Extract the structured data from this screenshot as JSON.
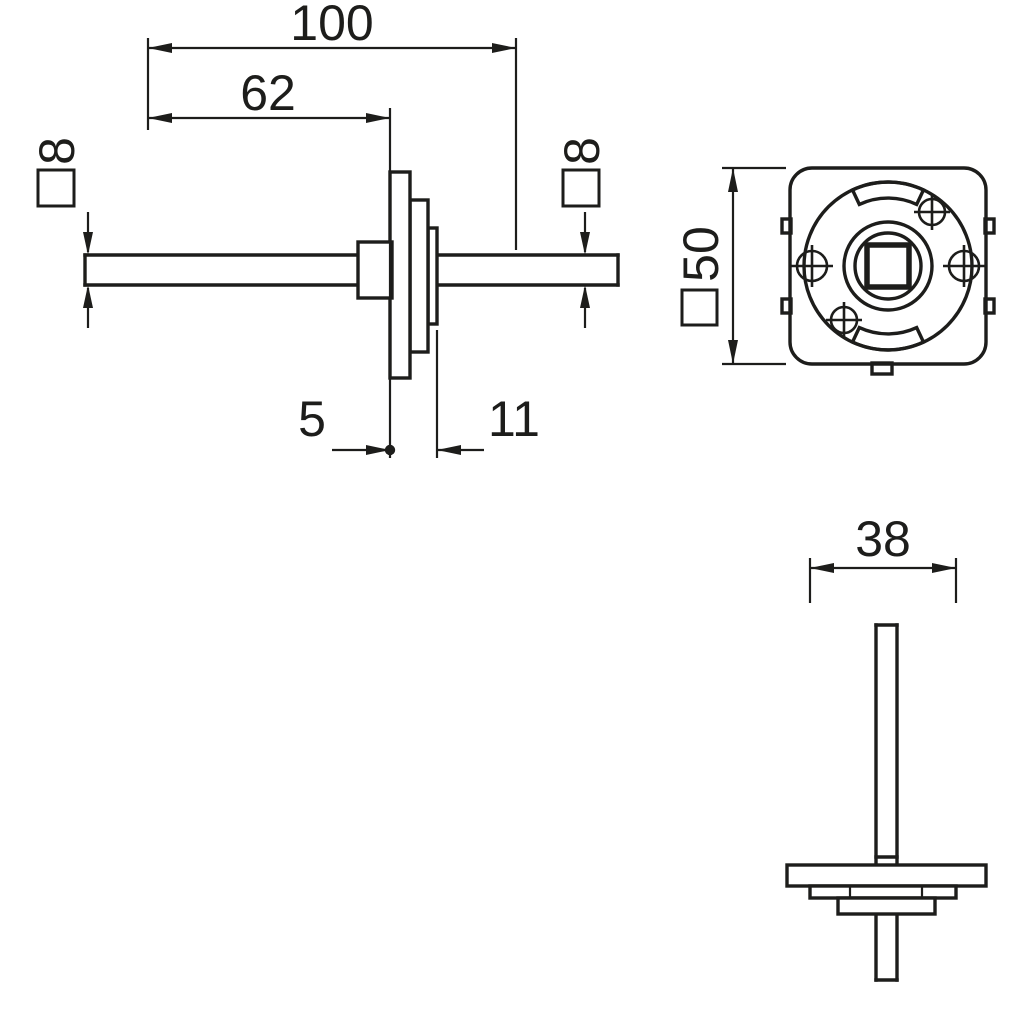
{
  "drawing": {
    "background_color": "#ffffff",
    "line_color": "#1d1d1b",
    "type": "technical-drawing",
    "views": {
      "side_view": {
        "name": "spindle-and-rose-side-view",
        "dims": {
          "overall_length": "100",
          "spindle_to_plate": "62",
          "spindle_square_left": "8",
          "spindle_square_right": "8",
          "plate_offset": "5",
          "plate_depth": "11"
        }
      },
      "front_view": {
        "name": "rose-front-view",
        "dims": {
          "rose_square": "50"
        }
      },
      "bottom_view": {
        "name": "rose-bottom-view",
        "dims": {
          "collar_width": "38"
        }
      }
    }
  }
}
